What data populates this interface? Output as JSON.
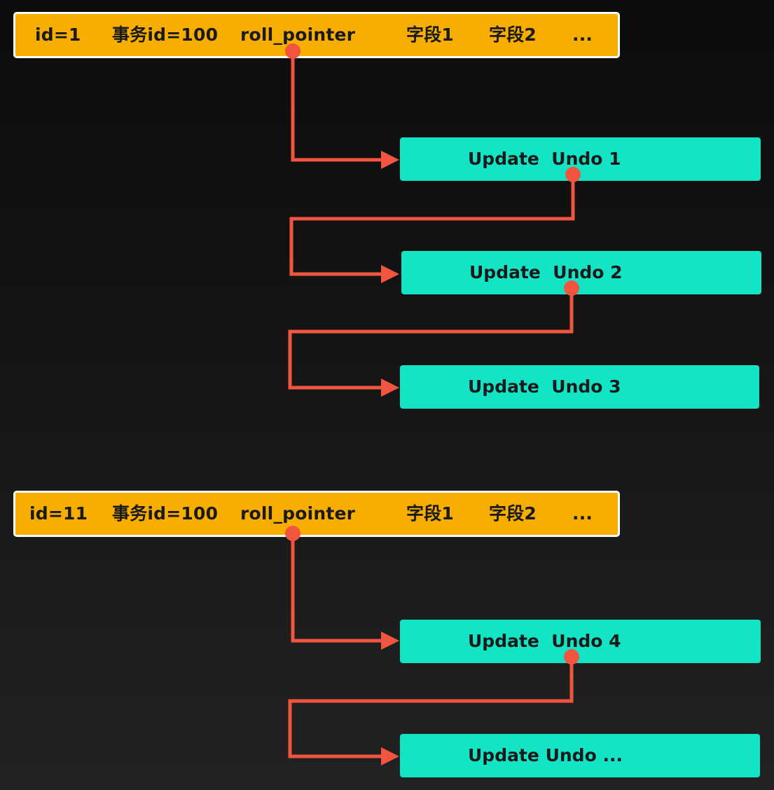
{
  "rows": [
    {
      "id": "id=1",
      "trx": "事务id=100",
      "roll": "roll_pointer",
      "f1": "字段1",
      "f2": "字段2",
      "more": "..."
    },
    {
      "id": "id=11",
      "trx": "事务id=100",
      "roll": "roll_pointer",
      "f1": "字段1",
      "f2": "字段2",
      "more": "..."
    }
  ],
  "undos": [
    "Update  Undo 1",
    "Update  Undo 2",
    "Update  Undo 3",
    "Update  Undo 4",
    "Update Undo ..."
  ],
  "colors": {
    "row": "#f7ae00",
    "undo": "#14e4c6",
    "arrow": "#f2553f"
  }
}
